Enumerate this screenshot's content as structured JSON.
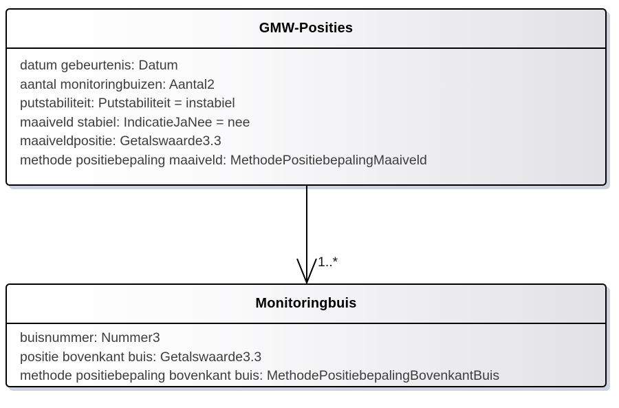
{
  "diagram": {
    "classes": [
      {
        "title": "GMW-Posities",
        "attributes": [
          "datum gebeurtenis: Datum",
          "aantal monitoringbuizen: Aantal2",
          "putstabiliteit: Putstabiliteit = instabiel",
          "maaiveld stabiel: IndicatieJaNee = nee",
          "maaiveldpositie: Getalswaarde3.3",
          "methode positiebepaling maaiveld: MethodePositiebepalingMaaiveld"
        ]
      },
      {
        "title": "Monitoringbuis",
        "attributes": [
          "buisnummer: Nummer3",
          "positie bovenkant buis: Getalswaarde3.3",
          "methode positiebepaling bovenkant buis: MethodePositiebepalingBovenkantBuis"
        ]
      }
    ],
    "association": {
      "multiplicity": "1..*"
    },
    "colors": {
      "border": "#000000",
      "fill_start": "#ffffff",
      "fill_end": "#e2e2e6",
      "shadow": "#cdd2df",
      "attribute_text": "#3d3d3d"
    }
  }
}
